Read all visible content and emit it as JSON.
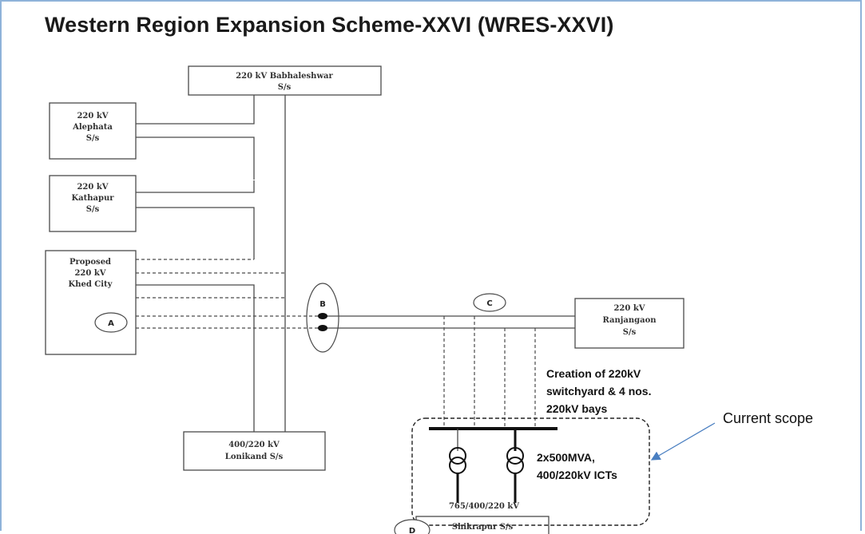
{
  "title": "Western Region Expansion Scheme-XXVI (WRES-XXVI)",
  "substations": {
    "babhaleshwar": [
      "220 kV Babhaleshwar",
      "S/s"
    ],
    "alephata": [
      "220 kV",
      "Alephata",
      "S/s"
    ],
    "kathapur": [
      "220 kV",
      "Kathapur",
      "S/s"
    ],
    "khed_city": [
      "Proposed",
      "220 kV",
      "Khed City"
    ],
    "ranjangaon": [
      "220 kV",
      "Ranjangaon",
      "S/s"
    ],
    "lonikand": [
      "400/220 kV",
      "Lonikand S/s"
    ],
    "shikrapur": [
      "765/400/220 kV",
      "Shikrapur S/s"
    ]
  },
  "markers": {
    "a": "A",
    "b": "B",
    "c": "C",
    "d": "D"
  },
  "notes": {
    "switchyard": [
      "Creation of 220kV",
      "switchyard & 4 nos.",
      "220kV bays"
    ],
    "icts": [
      "2x500MVA,",
      "400/220kV ICTs"
    ],
    "current_scope": "Current scope"
  },
  "colors": {
    "frame_border": "#8fb3d9",
    "scope_arrow": "#4a7fc1",
    "lines": "#4a4a4a"
  }
}
